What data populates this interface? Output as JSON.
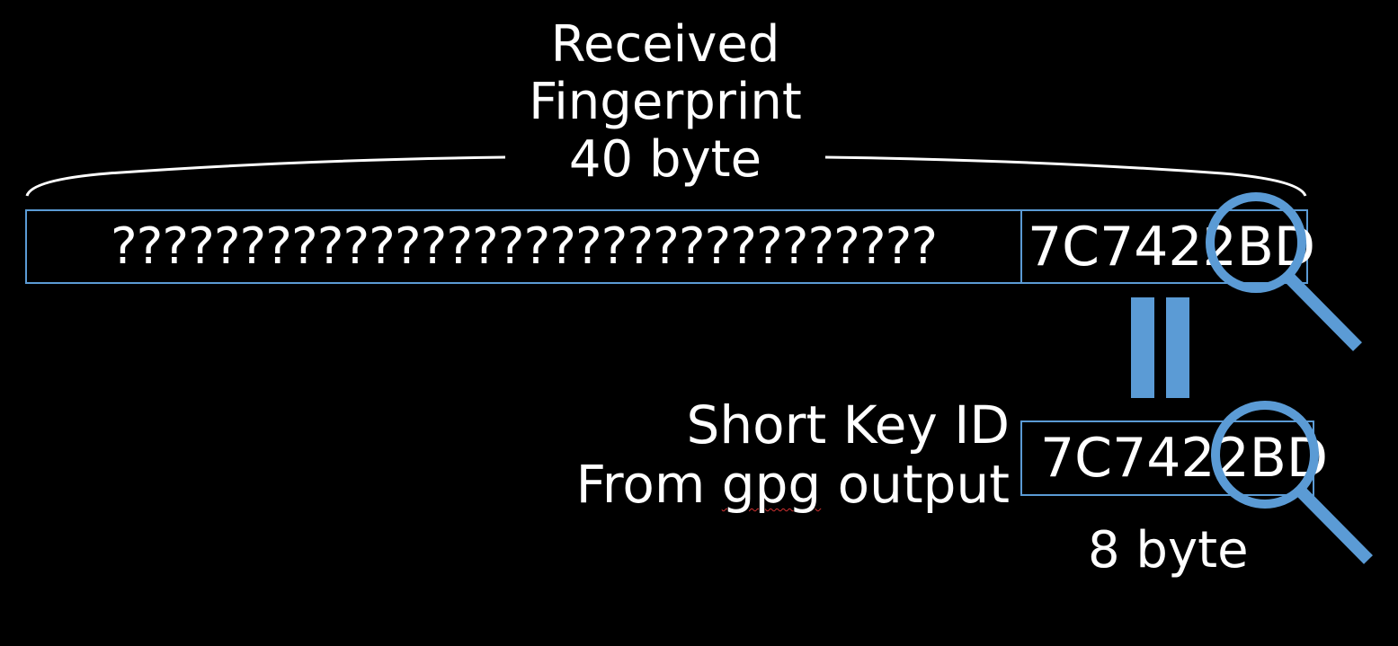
{
  "header": {
    "line1": "Received",
    "line2": "Fingerprint",
    "line3": "40 byte"
  },
  "fingerprint": {
    "unknown_part": "????????????????????????????????",
    "known_tail": "7C7422BD"
  },
  "short_key": {
    "label_line1": "Short Key ID",
    "label_line2_prefix": "From ",
    "label_line2_misspelled": "gpg",
    "label_line2_suffix": " output",
    "value": "7C7422BD",
    "size_label": "8 byte"
  },
  "colors": {
    "background": "#000000",
    "text": "#ffffff",
    "accent": "#5b9bd5"
  },
  "icons": [
    "magnifier-icon",
    "equals-icon",
    "brace-icon"
  ]
}
